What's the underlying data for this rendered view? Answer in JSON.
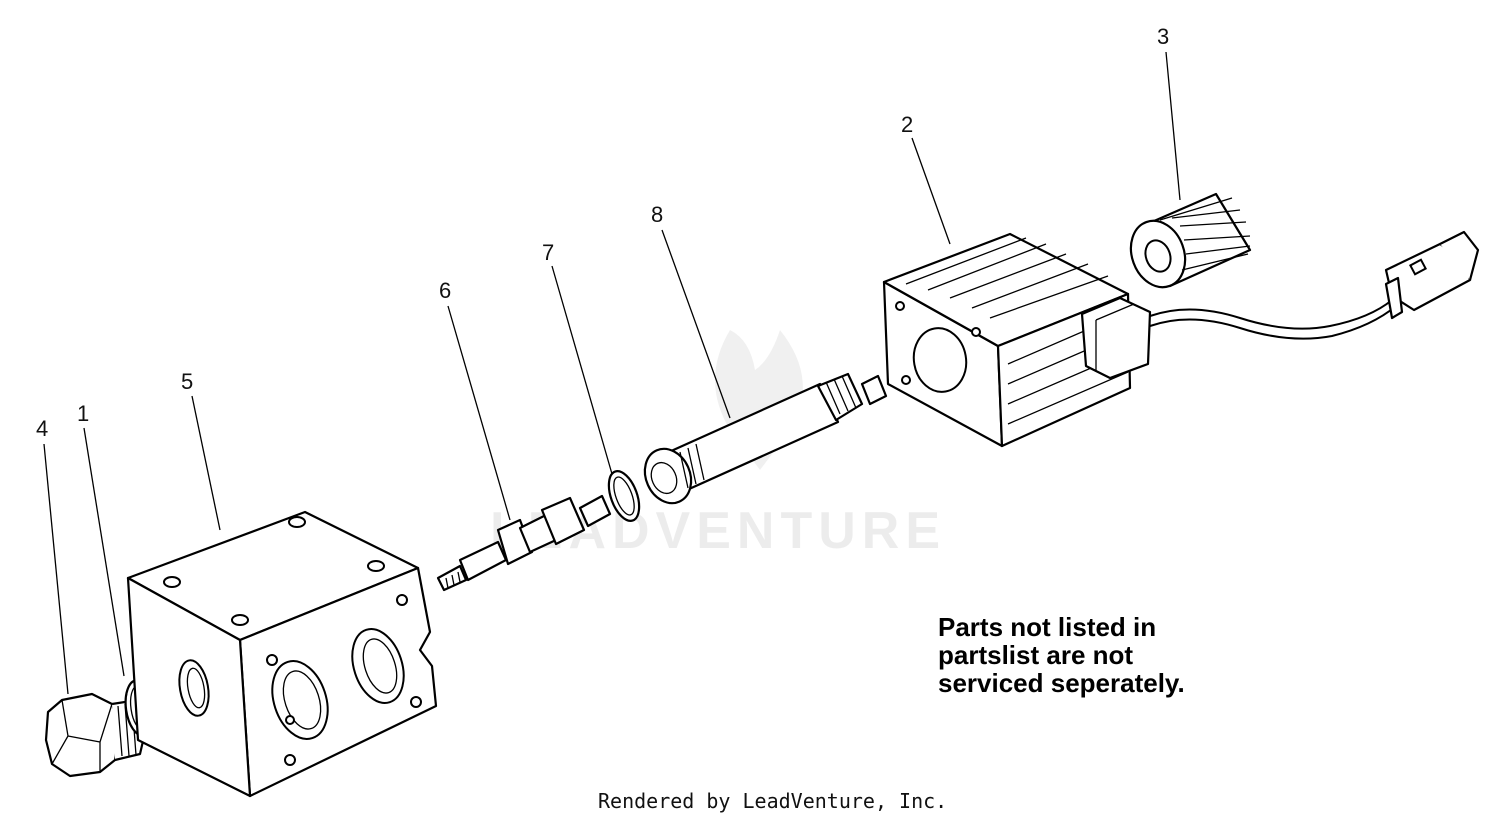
{
  "callouts": [
    {
      "id": "4",
      "label": "4"
    },
    {
      "id": "1",
      "label": "1"
    },
    {
      "id": "5",
      "label": "5"
    },
    {
      "id": "6",
      "label": "6"
    },
    {
      "id": "7",
      "label": "7"
    },
    {
      "id": "8",
      "label": "8"
    },
    {
      "id": "2",
      "label": "2"
    },
    {
      "id": "3",
      "label": "3"
    }
  ],
  "note": {
    "line1": "Parts not listed in",
    "line2": "partslist are not",
    "line3": "serviced seperately."
  },
  "credit": "Rendered by LeadVenture, Inc.",
  "watermark": "LEADVENTURE"
}
